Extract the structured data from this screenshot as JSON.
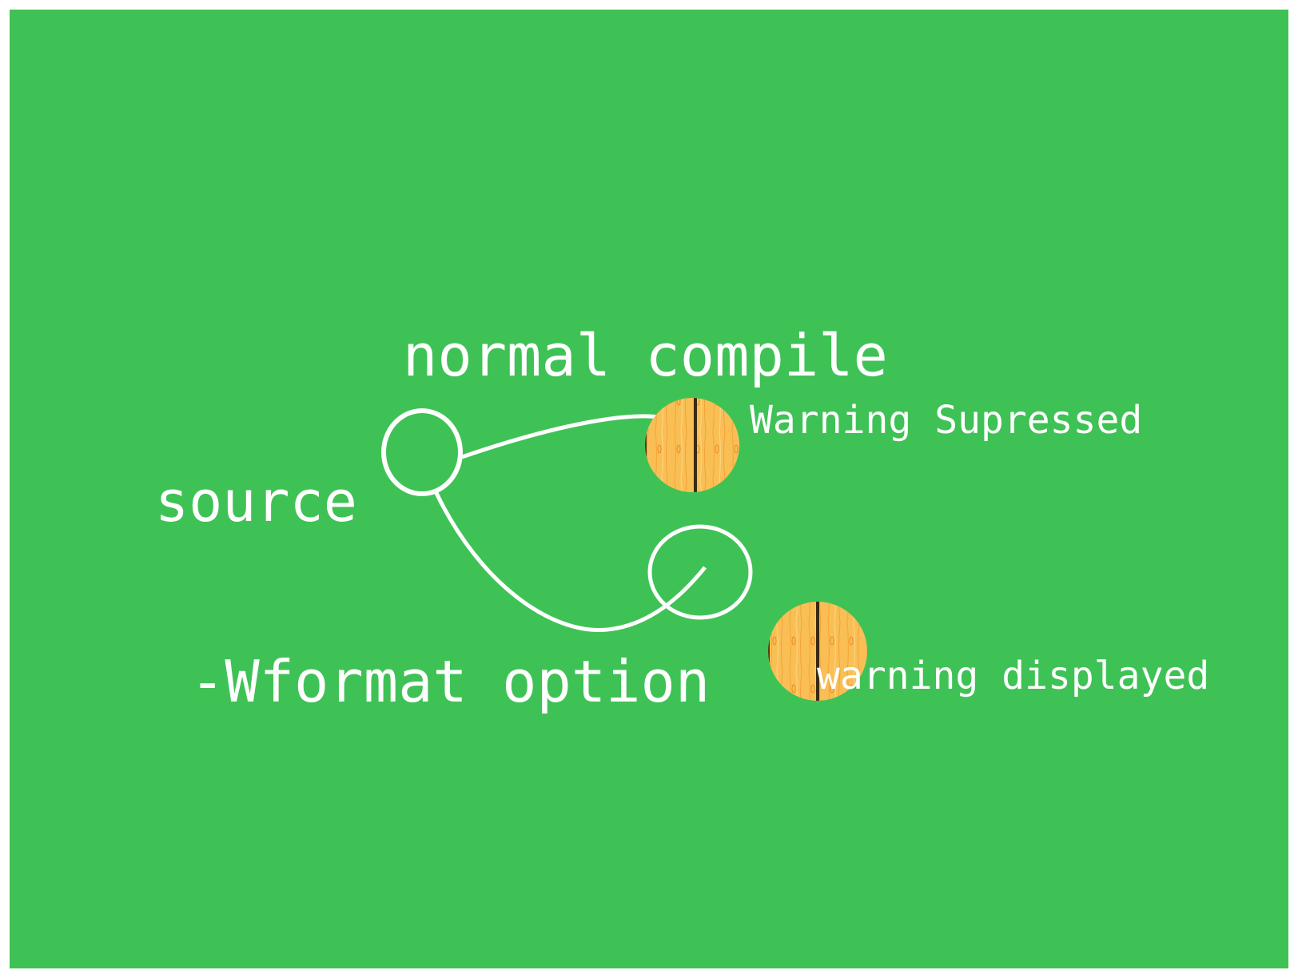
{
  "diagram": {
    "background_color": "#3fc255",
    "stroke_color": "#ffffff",
    "wood_color": "#f7b94a",
    "wood_dark": "#3a2a10",
    "labels": {
      "source": "source",
      "normal_compile": "normal compile",
      "wformat_option": "-Wformat option",
      "warning_suppressed": "Warning Supressed",
      "warning_displayed": "warning displayed"
    },
    "icons": {
      "wood_disc": "wood-disc-icon"
    }
  }
}
